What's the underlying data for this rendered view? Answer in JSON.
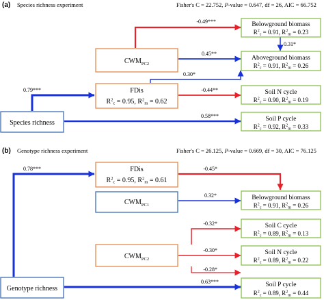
{
  "colors": {
    "positive": "#1832d8",
    "negative": "#e8202a",
    "trait_box": "#e8894a",
    "response_box": "#8cbf4f",
    "driver_box": "#3d6fb5"
  },
  "panel_a": {
    "tag": "(a)",
    "title": "Species richness experiment",
    "stats": {
      "prefix": "Fisher's C = 22.752, ",
      "p_label": "P",
      "rest": "-value = 0.647, df = 26, AIC = 66.752"
    },
    "boxes": {
      "belowground": {
        "name": "Belowground biomass",
        "r2c": "0.91",
        "r2m": "0.23"
      },
      "cwm": {
        "base": "CWM",
        "sub": "PC2"
      },
      "aboveground": {
        "name": "Aboveground biomass",
        "r2c": "0.91",
        "r2m": "0.26"
      },
      "fdis": {
        "name": "FDis",
        "r2c": "0.95",
        "r2m": "0.62"
      },
      "soiln": {
        "name": "Soil N cycle",
        "r2c": "0.90",
        "r2m": "0.19"
      },
      "soilp": {
        "name": "Soil P cycle",
        "r2c": "0.92",
        "r2m": "0.33"
      },
      "driver": {
        "name": "Species richness"
      }
    },
    "paths": {
      "cwm_below": "-0.49***",
      "below_above": "0.31*",
      "cwm_above": "0.45**",
      "fdis_above": "0.30*",
      "rich_fdis": "0.79***",
      "fdis_soiln": "-0.44**",
      "rich_soilp": "0.58***"
    }
  },
  "panel_b": {
    "tag": "(b)",
    "title": "Genotype richness experiment",
    "stats": {
      "prefix": "Fisher's C = 26.125, ",
      "p_label": "P",
      "rest": "-value = 0.669, df = 30, AIC = 76.125"
    },
    "boxes": {
      "fdis": {
        "name": "FDis",
        "r2c": "0.95",
        "r2m": "0.61"
      },
      "cwm1": {
        "base": "CWM",
        "sub": "PC1"
      },
      "belowground": {
        "name": "Belowground biomass",
        "r2c": "0.91",
        "r2m": "0.26"
      },
      "soilc": {
        "name": "Soil C cycle",
        "r2c": "0.89",
        "r2m": "0.13"
      },
      "cwm2": {
        "base": "CWM",
        "sub": "PC2"
      },
      "soiln": {
        "name": "Soil N cycle",
        "r2c": "0.89",
        "r2m": "0.22"
      },
      "soilp": {
        "name": "Soil P cycle",
        "r2c": "0.89",
        "r2m": "0.44"
      },
      "driver": {
        "name": "Genotype richness"
      }
    },
    "paths": {
      "rich_fdis": "0.78***",
      "fdis_below": "-0.45*",
      "cwm1_below": "0.32*",
      "cwm2_soilc": "-0.32*",
      "cwm2_soiln": "-0.30*",
      "cwm2_soilp": "-0.28*",
      "rich_soilp": "0.63***"
    }
  }
}
